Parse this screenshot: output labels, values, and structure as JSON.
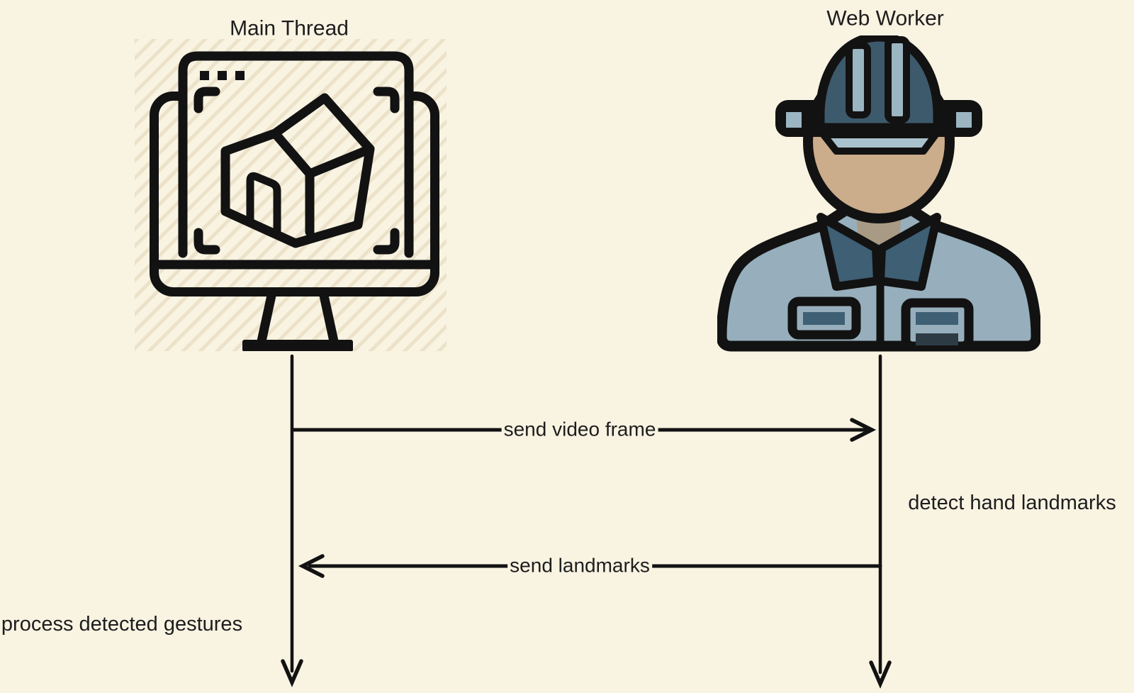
{
  "diagram": {
    "title": "main-thread / web-worker message sequence",
    "actors": [
      {
        "id": "main-thread",
        "label": "Main Thread",
        "icon": "monitor-3d-house-icon"
      },
      {
        "id": "web-worker",
        "label": "Web Worker",
        "icon": "construction-worker-icon"
      }
    ],
    "messages": [
      {
        "from": "main-thread",
        "to": "web-worker",
        "label": "send video frame"
      },
      {
        "from": "web-worker",
        "to": "main-thread",
        "label": "send landmarks"
      }
    ],
    "notes": [
      {
        "actor": "web-worker",
        "label": "detect hand landmarks"
      },
      {
        "actor": "main-thread",
        "label": "process detected gestures"
      }
    ]
  },
  "colors": {
    "background": "#f9f3e2",
    "hatch": "#ece2ca",
    "ink": "#121212",
    "text": "#1d1d1d",
    "helmet": "#3d5a6c",
    "helmet_light": "#9bb5c2",
    "visor": "#a9c2cd",
    "skin": "#cbac8b",
    "neck": "#a89a84",
    "shirt": "#97afbc",
    "collar": "#3e5f74",
    "pocket": "#3e5f74",
    "pocket_dark": "#2d3b44"
  }
}
